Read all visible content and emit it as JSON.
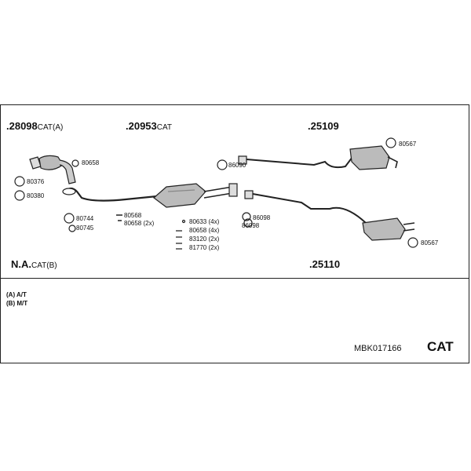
{
  "groups": {
    "g1": {
      "number": ".28098",
      "suffix": "CAT(A)"
    },
    "g2": {
      "number": ".20953",
      "suffix": "CAT"
    },
    "g3": {
      "number": ".25109",
      "suffix": ""
    },
    "g4": {
      "number": "N.A.",
      "suffix": "CAT(B)"
    },
    "g5": {
      "number": ".25110",
      "suffix": ""
    }
  },
  "parts": {
    "p80658": "80658",
    "p80376": "80376",
    "p80380": "80380",
    "p80744": "80744",
    "p80745": "80745",
    "p80568": "80568",
    "p80658_2x": "80658 (2x)",
    "p80633_4x": "80633 (4x)",
    "p80658_4x": "80658 (4x)",
    "p83120_2x": "83120 (2x)",
    "p81770_2x": "81770 (2x)",
    "p86090": "86090",
    "p86098a": "86098",
    "p86098b": "86098",
    "p80567a": "80567",
    "p80567b": "80567"
  },
  "notes": [
    "(A) A/T",
    "(B) M/T"
  ],
  "code": "MBK017166",
  "cat": "CAT"
}
